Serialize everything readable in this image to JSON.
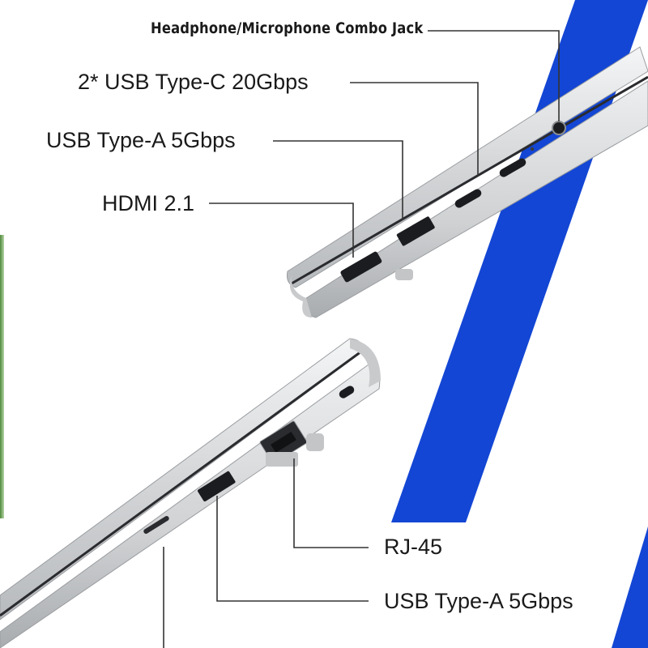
{
  "labels": {
    "headphone_jack": "Headphone/Microphone Combo Jack",
    "usb_c": "2* USB Type-C 20Gbps",
    "usb_a_top": "USB Type-A 5Gbps",
    "hdmi": "HDMI 2.1",
    "rj45": "RJ-45",
    "usb_a_bottom": "USB Type-A 5Gbps"
  },
  "colors": {
    "accent_stripe": "#1346d4",
    "chassis": "#d9dbdd",
    "port": "#1b1c1f",
    "leader_line": "#333333"
  }
}
